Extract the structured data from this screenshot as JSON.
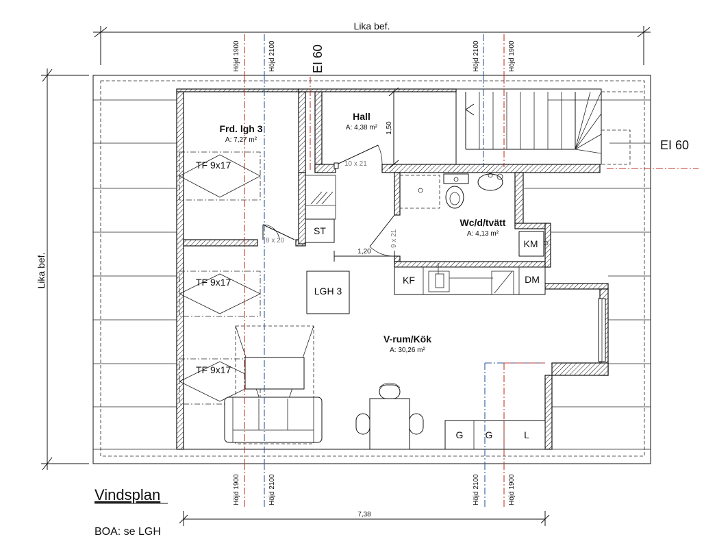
{
  "dimensions": {
    "top": "Lika bef.",
    "left": "Lika bef.",
    "hall_height": "1,50",
    "corridor": "1,20",
    "bottom": "7,38"
  },
  "section_markers": {
    "hojd_1900": "Höjd 1900",
    "hojd_2100": "Höjd 2100"
  },
  "fire_ratings": {
    "top": "EI 60",
    "right": "EI 60"
  },
  "rooms": {
    "frd": {
      "name": "Frd. lgh 3",
      "area": "A: 7,27 m²"
    },
    "hall": {
      "name": "Hall",
      "area": "A: 4,38 m²"
    },
    "wc": {
      "name": "Wc/d/tvätt",
      "area": "A: 4,13 m²"
    },
    "vrum": {
      "name": "V-rum/Kök",
      "area": "A: 30,26 m²"
    }
  },
  "windows": {
    "tf1": "TF 9x17",
    "tf2": "TF 9x17",
    "tf3": "TF 9x17"
  },
  "doors": {
    "d1": "10 x 21",
    "d2": "8 x 20",
    "d3": "9 x 21"
  },
  "fixtures": {
    "st": "ST",
    "km": "KM",
    "kf": "KF",
    "dm": "DM",
    "lgh": "LGH 3",
    "g1": "G",
    "g2": "G",
    "l": "L"
  },
  "footer": {
    "title": "Vindsplan",
    "boa": "BOA: se LGH"
  },
  "colors": {
    "red_line": "#c0392b",
    "blue_line": "#2c5aa0"
  }
}
